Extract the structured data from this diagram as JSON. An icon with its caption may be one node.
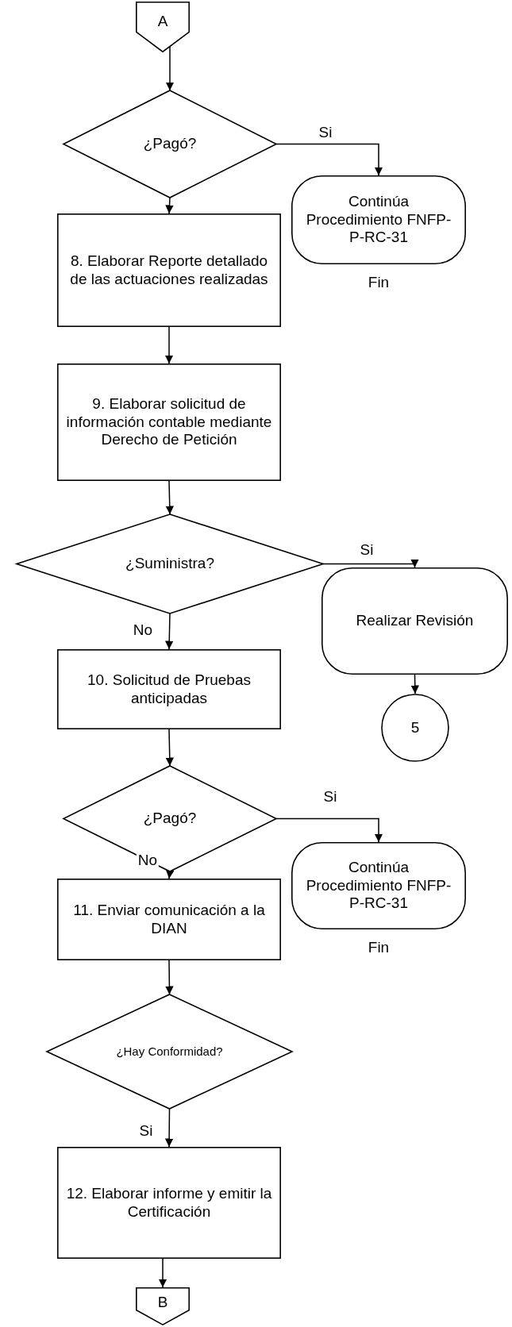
{
  "diagram": {
    "nodes": [
      {
        "text": [
          "A"
        ]
      },
      {
        "text": [
          "¿Pagó?"
        ]
      },
      {
        "text": [
          "Continúa Procedimiento FNFP-P-RC-31"
        ],
        "beside": [
          "Fin"
        ]
      },
      {
        "text": [
          "8. Elaborar Reporte detallado de las actuaciones realizadas"
        ]
      },
      {
        "text": [
          "9. Elaborar solicitud de información contable mediante Derecho de Petición"
        ]
      },
      {
        "text": [
          "¿Suministra?"
        ]
      },
      {
        "text": [
          "Realizar Revisión"
        ]
      },
      {
        "text": [
          "5"
        ]
      },
      {
        "text": [
          "10. Solicitud de Pruebas anticipadas"
        ]
      },
      {
        "text": [
          "¿Pagó?"
        ]
      },
      {
        "text": [
          "Continúa Procedimiento FNFP-P-RC-31"
        ],
        "beside": [
          "Fin"
        ]
      },
      {
        "text": [
          "11. Enviar comunicación a la DIAN"
        ]
      },
      {
        "text": [
          "¿Hay Conformidad?"
        ]
      },
      {
        "text": [
          "12. Elaborar informe y emitir la Certificación"
        ]
      },
      {
        "text": [
          "B"
        ]
      }
    ],
    "edges": [
      {
        "from": 0,
        "to": 1,
        "arrow": "to"
      },
      {
        "from": 1,
        "to": 2,
        "arrow": "to",
        "label": "Si"
      },
      {
        "from": 1,
        "to": 3,
        "arrow": "to"
      },
      {
        "from": 3,
        "to": 4,
        "arrow": "to"
      },
      {
        "from": 4,
        "to": 5,
        "arrow": "to"
      },
      {
        "from": 5,
        "to": 6,
        "arrow": "to",
        "label": "Si"
      },
      {
        "from": 5,
        "to": 8,
        "arrow": "to",
        "label": "No"
      },
      {
        "from": 6,
        "to": 7,
        "arrow": "to"
      },
      {
        "from": 8,
        "to": 9,
        "arrow": "to"
      },
      {
        "from": 9,
        "to": 10,
        "arrow": "to",
        "label": "Si"
      },
      {
        "from": 9,
        "to": 11,
        "arrow": "to",
        "label": "No"
      },
      {
        "from": 11,
        "to": 12,
        "arrow": "to"
      },
      {
        "from": 12,
        "to": 13,
        "arrow": "to",
        "label": "Si"
      },
      {
        "from": 13,
        "to": 14,
        "arrow": "to"
      }
    ]
  }
}
